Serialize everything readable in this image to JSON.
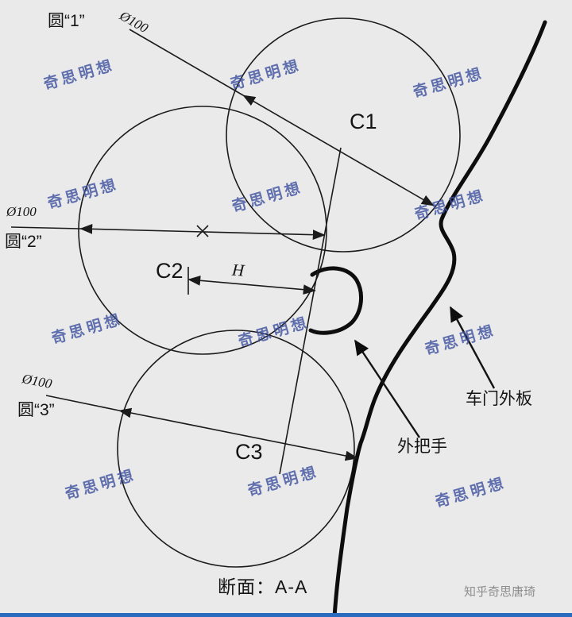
{
  "page": {
    "caption": "断面：A-A",
    "credit": "知乎奇思唐琦",
    "watermark": "奇思明想",
    "colors": {
      "background": "#eaeaea",
      "line": "#1b1b1b",
      "watermark_blue": "#3d509f",
      "bottom_bar": "#2b6bbf",
      "text": "#141414"
    }
  },
  "circles": [
    {
      "name": "圆“1”",
      "diameter": "Ø100",
      "center_label": "C1"
    },
    {
      "name": "圆“2”",
      "diameter": "Ø100",
      "center_label": "C2"
    },
    {
      "name": "圆“3”",
      "diameter": "Ø100",
      "center_label": "C3"
    }
  ],
  "dimensions": {
    "h_label": "H"
  },
  "annotations": {
    "door_panel": "车门外板",
    "outer_handle": "外把手"
  }
}
